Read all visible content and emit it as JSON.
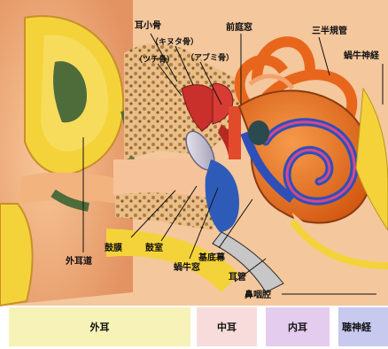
{
  "labels": {
    "ossicles": "耳小骨",
    "incus": "（キヌタ骨）",
    "malleus": "（ツチ骨）",
    "stapes": "（アブミ骨）",
    "vestibule": "前庭窓",
    "semicircular": "三半規管",
    "cochlear_nerve": "蝸牛神経",
    "ear_canal": "外耳道",
    "eardrum": "鼓膜",
    "tympanic_cavity": "鼓室",
    "cochlear_window": "蝸牛窓",
    "basilar_membrane": "基底幕",
    "eustachian_tube": "耳管",
    "nasopharynx": "鼻咽腔"
  },
  "legend": {
    "outer": "外耳",
    "middle": "中耳",
    "inner": "内耳",
    "nerve": "聴神経"
  },
  "colors": {
    "outer_bg": "#f7f2b8",
    "middle_bg": "#f8dcdc",
    "inner_bg": "#e4ccee",
    "nerve_bg": "#c7c9ee",
    "skin": "#f2b07a",
    "cartilage": "#f3d23a",
    "bone": "#e8b070",
    "cochlea": "#e86a1c",
    "nerve_yellow": "#f5d23a"
  }
}
